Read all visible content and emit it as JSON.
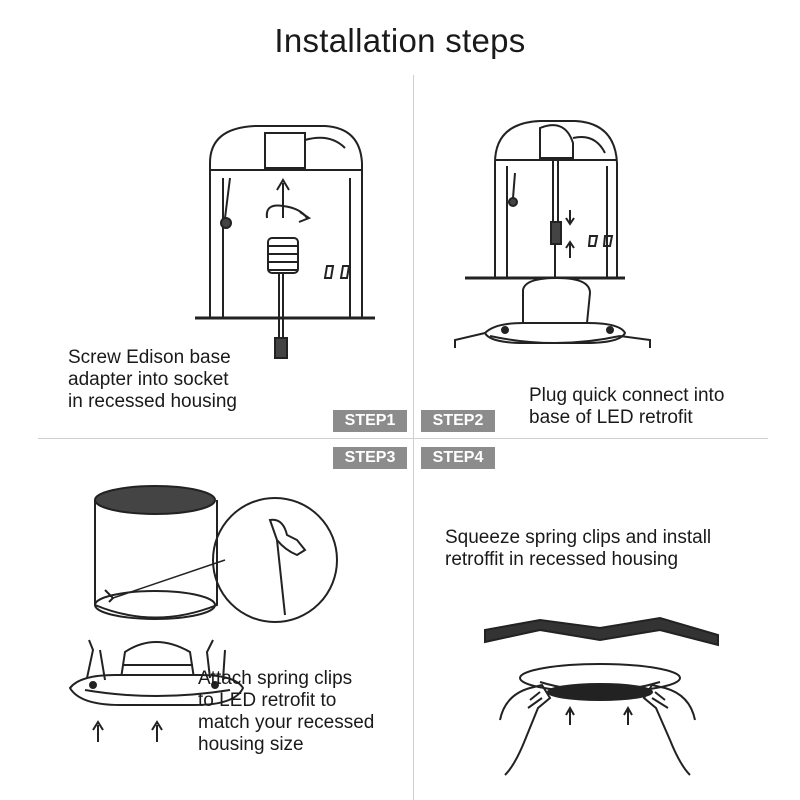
{
  "title": "Installation steps",
  "badges": {
    "step1": "STEP1",
    "step2": "STEP2",
    "step3": "STEP3",
    "step4": "STEP4"
  },
  "captions": {
    "step1": "Screw Edison base\nadapter into socket\nin recessed housing",
    "step2": "Plug quick connect into\nbase of LED retrofit",
    "step3": "Attach spring clips\nto LED retrofit to\nmatch your recessed\nhousing size",
    "step4": "Squeeze spring clips and install\nretroffit in recessed housing"
  }
}
